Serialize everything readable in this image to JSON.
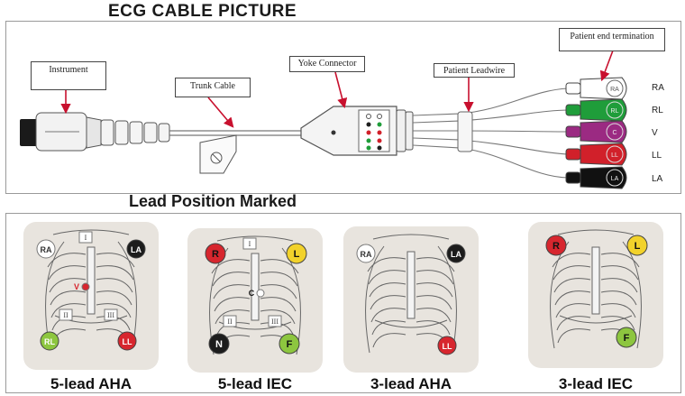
{
  "titles": {
    "cable_picture": "ECG CABLE PICTURE",
    "lead_position": "Lead Position Marked"
  },
  "callouts": {
    "instrument": "Instrument",
    "trunk_cable": "Trunk Cable",
    "yoke_connector": "Yoke Connector",
    "patient_leadwire": "Patient Leadwire",
    "patient_end": "Patient end termination"
  },
  "leadwires": [
    {
      "label": "RA",
      "color": "#ffffff",
      "snap": "RA"
    },
    {
      "label": "RL",
      "color": "#1f9d3a",
      "snap": "RL"
    },
    {
      "label": "V",
      "color": "#9b2a82",
      "snap": "C"
    },
    {
      "label": "LL",
      "color": "#d1202a",
      "snap": "LL"
    },
    {
      "label": "LA",
      "color": "#111111",
      "snap": "LA"
    }
  ],
  "cards": [
    {
      "label": "5-lead AHA",
      "electrodes": [
        {
          "text": "RA",
          "color": "#ffffff",
          "text_color": "#333333"
        },
        {
          "text": "LA",
          "color": "#1c1c1c",
          "text_color": "#ffffff"
        },
        {
          "text": "RL",
          "color": "#8dc63f",
          "text_color": "#ffffff"
        },
        {
          "text": "LL",
          "color": "#d7262e",
          "text_color": "#ffffff"
        }
      ],
      "chest": {
        "text": "V",
        "color": "#d7262e"
      },
      "roman": [
        "I",
        "II",
        "III"
      ]
    },
    {
      "label": "5-lead IEC",
      "electrodes": [
        {
          "text": "R",
          "color": "#d7262e",
          "text_color": "#111111"
        },
        {
          "text": "L",
          "color": "#f2d22b",
          "text_color": "#111111"
        },
        {
          "text": "N",
          "color": "#1c1c1c",
          "text_color": "#ffffff"
        },
        {
          "text": "F",
          "color": "#8dc63f",
          "text_color": "#111111"
        }
      ],
      "chest": {
        "text": "C",
        "color": "#ffffff"
      },
      "roman": [
        "I",
        "II",
        "III"
      ]
    },
    {
      "label": "3-lead AHA",
      "electrodes": [
        {
          "text": "RA",
          "color": "#ffffff",
          "text_color": "#333333"
        },
        {
          "text": "LA",
          "color": "#1c1c1c",
          "text_color": "#ffffff"
        },
        {
          "text": "LL",
          "color": "#d7262e",
          "text_color": "#ffffff"
        }
      ]
    },
    {
      "label": "3-lead IEC",
      "electrodes": [
        {
          "text": "R",
          "color": "#d7262e",
          "text_color": "#111111"
        },
        {
          "text": "L",
          "color": "#f2d22b",
          "text_color": "#111111"
        },
        {
          "text": "F",
          "color": "#8dc63f",
          "text_color": "#111111"
        }
      ]
    }
  ]
}
